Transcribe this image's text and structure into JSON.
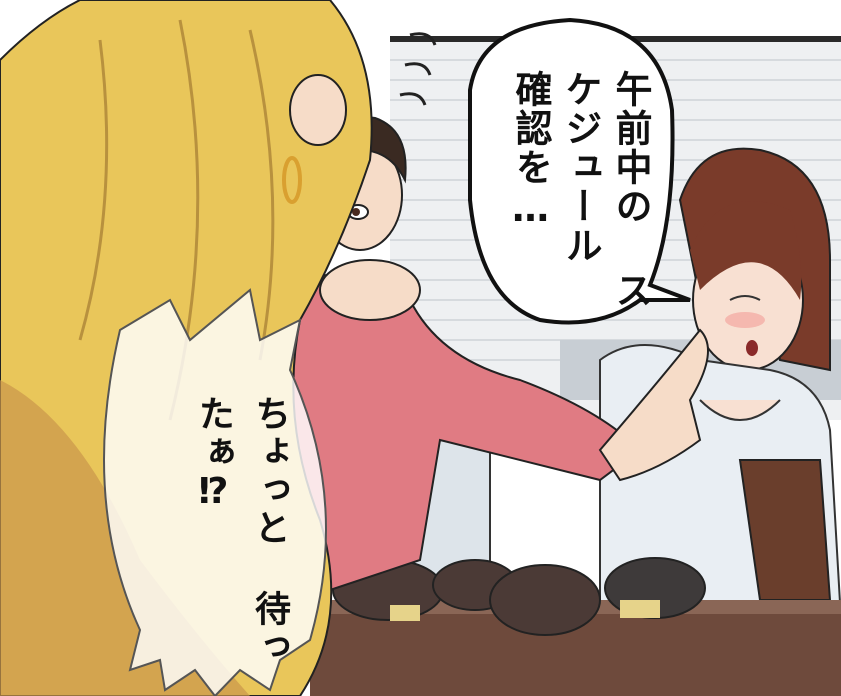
{
  "panel": {
    "speech_bubble_right": {
      "lines": [
        "午前中の",
        "スケジュール",
        "確認を…"
      ]
    },
    "speech_bubble_left": {
      "lines": [
        "ちょっと",
        "待ったぁ⁉"
      ]
    }
  },
  "colors": {
    "hair_blonde": "#e9c65a",
    "hair_shadow": "#c9954a",
    "sweater_pink": "#e07b83",
    "hair_brown": "#7a3b2a",
    "blouse": "#e9eef3",
    "blinds": "#eef0f2",
    "table": "#6e4a3c",
    "bowl": "#4b3a36"
  }
}
